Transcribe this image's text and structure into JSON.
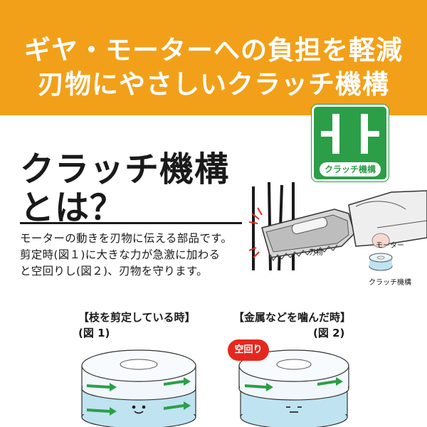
{
  "banner": {
    "line1": "ギヤ・モーターへの負担を軽減",
    "line2": "刃物にやさしいクラッチ機構"
  },
  "badge": {
    "label": "クラッチ機構",
    "color": "#2c9e48"
  },
  "heading": {
    "line1": "クラッチ機構",
    "line2": "とは？"
  },
  "description": {
    "line1": "モーターの動きを刃物に伝える部品です。",
    "line2": "剪定時(図１)に大きな力が急激に加わる",
    "line3": "と空回りし(図２)、刃物を守ります。"
  },
  "illustration": {
    "label_blade": "刃物",
    "label_motor": "モーター",
    "label_clutch": "クラッチ機構"
  },
  "figure1": {
    "caption": "【枝を剪定している時】",
    "number": "(図 1)"
  },
  "figure2": {
    "caption": "【金属などを噛んだ時】",
    "number": "(図 2)",
    "badge": "空回り"
  },
  "colors": {
    "banner": "#f2a019",
    "accent_green": "#2c9e48",
    "accent_red": "#e5281d"
  }
}
